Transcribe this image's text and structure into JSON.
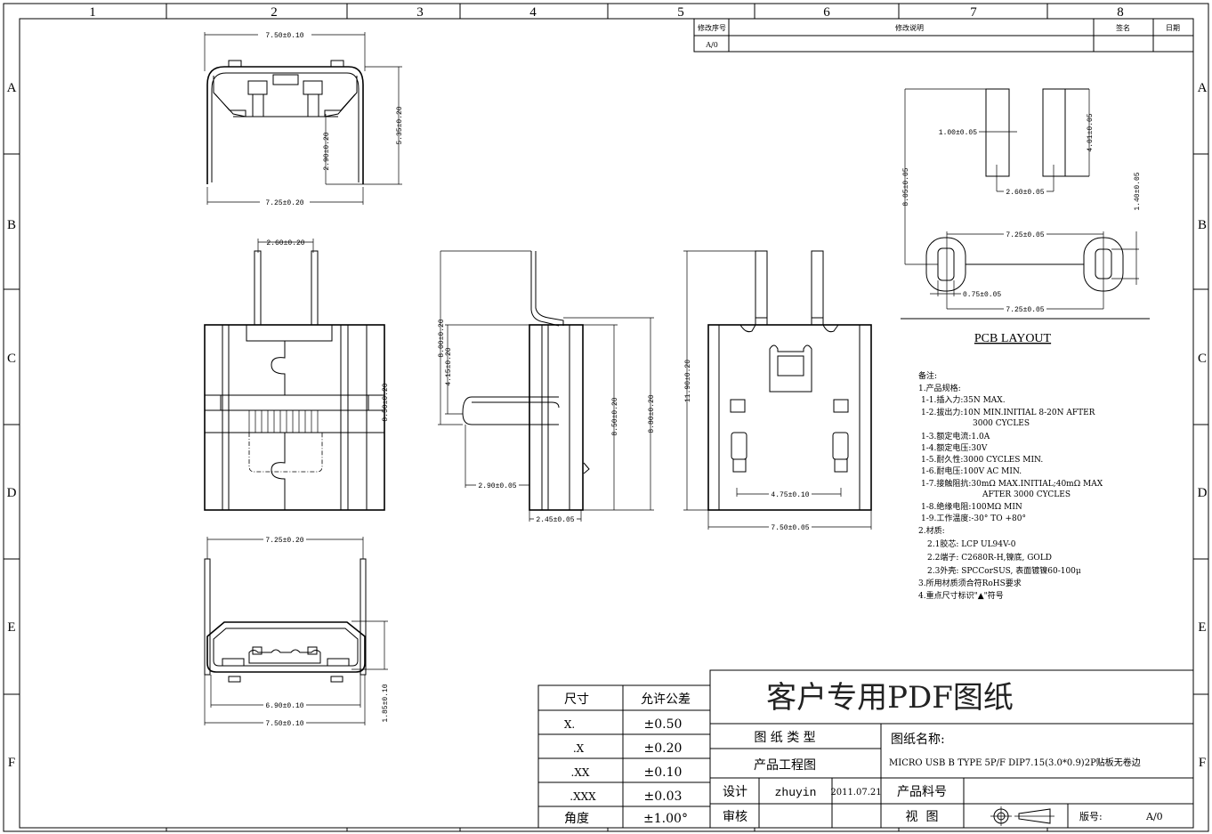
{
  "grid": {
    "columns": [
      "1",
      "2",
      "3",
      "4",
      "5",
      "6",
      "7",
      "8"
    ],
    "rows": [
      "A",
      "B",
      "C",
      "D",
      "E",
      "F"
    ]
  },
  "revision_block": {
    "headers": {
      "no": "修改序号",
      "desc": "修改说明",
      "sign": "签名",
      "date": "日期"
    },
    "rows": [
      {
        "no": "A/0",
        "desc": "",
        "sign": "",
        "date": ""
      }
    ]
  },
  "views": {
    "front_top": {
      "width_top": "7.50±0.10",
      "width_bottom": "7.25±0.20",
      "height": "5.35±0.20",
      "leg": "2.90±0.20"
    },
    "top_view": {
      "pin_pitch": "2.60±0.20",
      "height": "8.50±0.20"
    },
    "side_view": {
      "total": "8.00±0.20",
      "fork": "4.15±0.20",
      "body": "8.50±0.20",
      "overall": "8.80±0.20",
      "fork_len": "2.90±0.05",
      "depth": "2.45±0.05"
    },
    "bottom_view": {
      "height": "11.90±0.20",
      "contact_pitch": "4.75±0.10",
      "width": "7.50±0.05"
    },
    "front_view": {
      "leg_span": "7.25±0.20",
      "inner": "6.90±0.10",
      "outer": "7.50±0.10",
      "height": "1.85±0.10"
    }
  },
  "pcb_layout": {
    "title": "PCB LAYOUT",
    "pad_width": "1.00±0.05",
    "pad_length": "4.01±0.05",
    "pad_pitch": "2.60±0.05",
    "row_distance": "8.05±0.05",
    "slot_pitch_top": "7.25±0.05",
    "slot_pitch_bottom": "7.25±0.05",
    "slot_width": "0.75±0.05",
    "slot_length": "1.40±0.05"
  },
  "notes": [
    "备注:",
    "1.产品规格:",
    " 1-1.插入力:35N MAX.",
    " 1-2.拔出力:10N MIN.INITIAL 8-20N AFTER",
    "        3000 CYCLES",
    " 1-3.额定电流:1.0A",
    " 1-4.额定电压:30V",
    " 1-5.耐久性:3000 CYCLES MIN.",
    " 1-6.耐电压:100V AC MIN.",
    " 1-7.接触阻抗:30mΩ MAX.INITIAL;40mΩ MAX",
    "          AFTER 3000 CYCLES",
    " 1-8.绝缘电阻:100MΩ MIN",
    " 1-9.工作温度:-30° TO +80°",
    "2.材质:",
    "  2.1胶芯: LCP UL94V-0",
    "  2.2端子: C2680R-H,镍底, GOLD",
    "  2.3外壳: SPCCorSUS, 表面镀镍60-100μ",
    "3.所用材质须合符RoHS要求",
    "4.重点尺寸标识\"▲\"符号"
  ],
  "tolerance_table": {
    "headers": [
      "尺寸",
      "允许公差"
    ],
    "rows": [
      [
        "X.",
        "±0.50"
      ],
      [
        ".X",
        "±0.20"
      ],
      [
        ".XX",
        "±0.10"
      ],
      [
        ".XXX",
        "±0.03"
      ],
      [
        "角度",
        "±1.00°"
      ]
    ]
  },
  "title_block": {
    "title": "客户专用PDF图纸",
    "drawing_type_label": "图 纸 类 型",
    "drawing_type": "产品工程图",
    "drawing_name_label": "图纸名称:",
    "drawing_name": "MICRO USB B TYPE 5P/F DIP7.15(3.0*0.9)2P贴板无卷边",
    "design_label": "设计",
    "designer": "zhuyin",
    "date": "2011.07.21",
    "part_no_label": "产品料号",
    "part_no": "",
    "review_label": "审核",
    "view_label": "视  图",
    "projection_icon": "third-angle-projection-icon",
    "version_label": "版号:",
    "version": "A/0"
  }
}
